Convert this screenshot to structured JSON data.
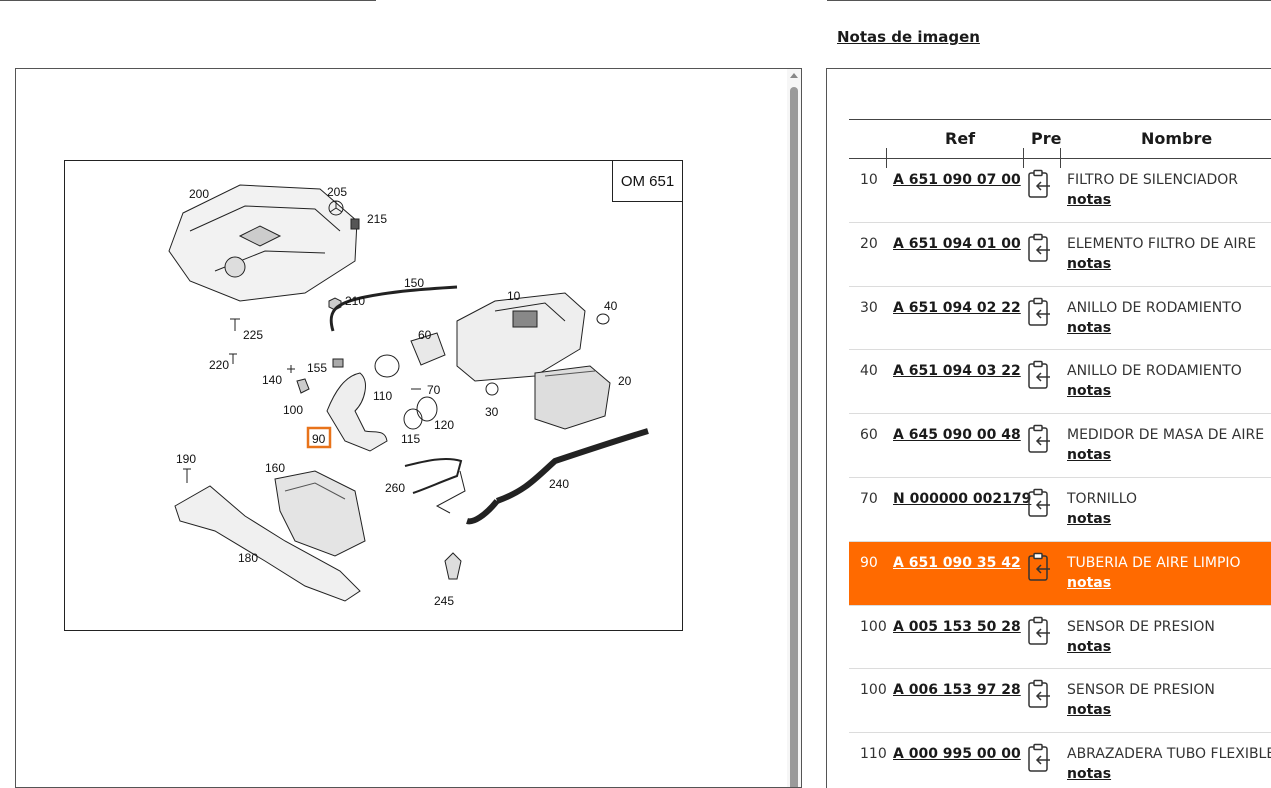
{
  "notes_link": "Notas de imagen",
  "diagram": {
    "engine_label": "OM 651",
    "selected_callout": "90",
    "callouts": [
      "200",
      "205",
      "215",
      "210",
      "225",
      "220",
      "150",
      "10",
      "40",
      "60",
      "155",
      "140",
      "100",
      "110",
      "70",
      "30",
      "20",
      "90",
      "115",
      "120",
      "190",
      "160",
      "180",
      "260",
      "240",
      "245"
    ]
  },
  "table": {
    "headers": {
      "ref": "Ref",
      "pre": "Pre",
      "nombre": "Nombre"
    },
    "rows": [
      {
        "pos": "10",
        "ref": "A 651 090 07 00",
        "nombre": "FILTRO DE SILENCIADOR",
        "notas": "notas",
        "selected": false
      },
      {
        "pos": "20",
        "ref": "A 651 094 01 00",
        "nombre": "ELEMENTO FILTRO DE AIRE",
        "notas": "notas",
        "selected": false
      },
      {
        "pos": "30",
        "ref": "A 651 094 02 22",
        "nombre": "ANILLO DE RODAMIENTO",
        "notas": "notas",
        "selected": false
      },
      {
        "pos": "40",
        "ref": "A 651 094 03 22",
        "nombre": "ANILLO DE RODAMIENTO",
        "notas": "notas",
        "selected": false
      },
      {
        "pos": "60",
        "ref": "A 645 090 00 48",
        "nombre": "MEDIDOR DE MASA DE AIRE",
        "notas": "notas",
        "selected": false
      },
      {
        "pos": "70",
        "ref": "N 000000 002179",
        "nombre": "TORNILLO",
        "notas": "notas",
        "selected": false
      },
      {
        "pos": "90",
        "ref": "A 651 090 35 42",
        "nombre": "TUBERIA DE AIRE LIMPIO",
        "notas": "notas",
        "selected": true
      },
      {
        "pos": "100",
        "ref": "A 005 153 50 28",
        "nombre": "SENSOR DE PRESION",
        "notas": "notas",
        "selected": false
      },
      {
        "pos": "100",
        "ref": "A 006 153 97 28",
        "nombre": "SENSOR DE PRESION",
        "notas": "notas",
        "selected": false
      },
      {
        "pos": "110",
        "ref": "A 000 995 00 00",
        "nombre": "ABRAZADERA TUBO FLEXIBLE",
        "notas": "notas",
        "selected": false
      }
    ]
  },
  "colors": {
    "selected_row": "#ff6a00",
    "callout_highlight": "#e8731a"
  },
  "icons": {
    "pre_cell": "clipboard-arrow-icon"
  }
}
